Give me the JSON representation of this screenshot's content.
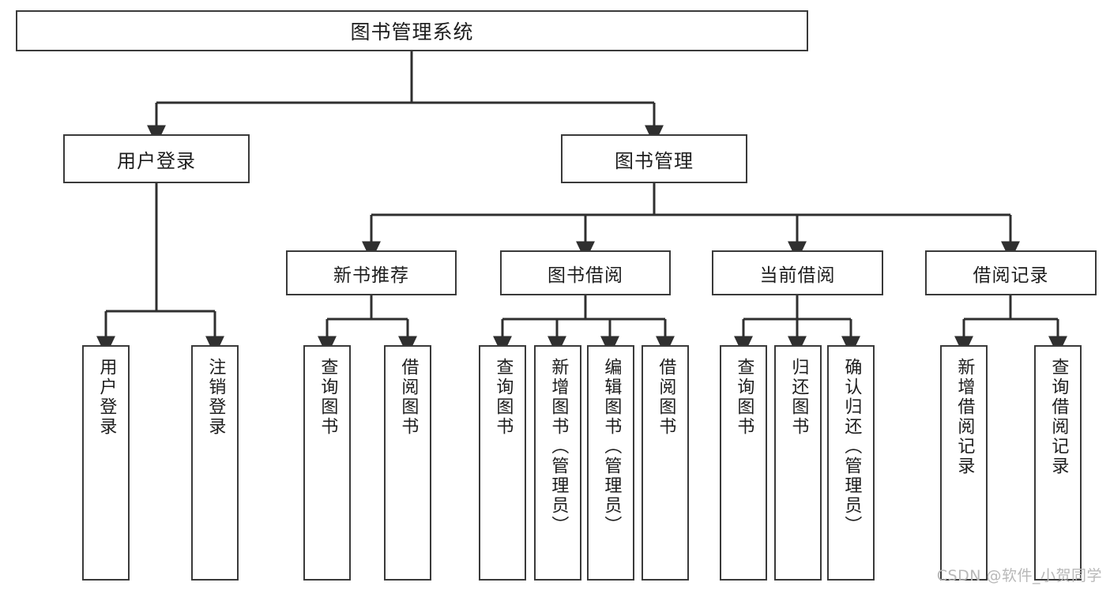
{
  "diagram": {
    "title": "图书管理系统",
    "root": {
      "id": "root",
      "label": "图书管理系统"
    },
    "level2": [
      {
        "id": "user-login",
        "label": "用户登录"
      },
      {
        "id": "book-manage",
        "label": "图书管理"
      }
    ],
    "level3": [
      {
        "id": "new-book-recommend",
        "label": "新书推荐"
      },
      {
        "id": "book-borrow",
        "label": "图书借阅"
      },
      {
        "id": "current-borrow",
        "label": "当前借阅"
      },
      {
        "id": "borrow-record",
        "label": "借阅记录"
      }
    ],
    "leaves": [
      {
        "id": "leaf-user-login",
        "label": "用户登录",
        "parent": "用户登录"
      },
      {
        "id": "leaf-user-logout",
        "label": "注销登录",
        "parent": "用户登录"
      },
      {
        "id": "leaf-query-book-1",
        "label": "查询图书",
        "parent": "新书推荐"
      },
      {
        "id": "leaf-borrow-book-1",
        "label": "借阅图书",
        "parent": "新书推荐"
      },
      {
        "id": "leaf-query-book-2",
        "label": "查询图书",
        "parent": "图书借阅"
      },
      {
        "id": "leaf-add-book",
        "label": "新增图书（管理员）",
        "parent": "图书借阅"
      },
      {
        "id": "leaf-edit-book",
        "label": "编辑图书（管理员）",
        "parent": "图书借阅"
      },
      {
        "id": "leaf-borrow-book-2",
        "label": "借阅图书",
        "parent": "图书借阅"
      },
      {
        "id": "leaf-query-book-3",
        "label": "查询图书",
        "parent": "当前借阅"
      },
      {
        "id": "leaf-return-book",
        "label": "归还图书",
        "parent": "当前借阅"
      },
      {
        "id": "leaf-confirm-return",
        "label": "确认归还（管理员）",
        "parent": "当前借阅"
      },
      {
        "id": "leaf-add-record",
        "label": "新增借阅记录",
        "parent": "借阅记录"
      },
      {
        "id": "leaf-query-record",
        "label": "查询借阅记录",
        "parent": "借阅记录"
      }
    ],
    "watermark": "CSDN @软件_小贺同学",
    "colors": {
      "box_border": "#3a3a3a",
      "box_fill": "#ffffff",
      "connector": "#2f2f2f",
      "text": "#1d1d1d",
      "watermark": "#b8b8b8"
    }
  }
}
